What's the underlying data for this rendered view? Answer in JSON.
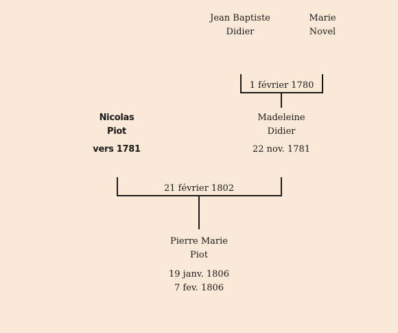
{
  "people": {
    "jean_baptiste": {
      "first": "Jean Baptiste",
      "last": "Didier"
    },
    "marie": {
      "first": "Marie",
      "last": "Novel"
    },
    "madeleine": {
      "first": "Madeleine",
      "last": "Didier",
      "date": "22 nov. 1781"
    },
    "nicolas": {
      "first": "Nicolas",
      "last": "Piot",
      "date": "vers 1781"
    },
    "pierre_marie": {
      "first": "Pierre Marie",
      "last": "Piot",
      "date1": "19 janv. 1806",
      "date2": "7 fev. 1806"
    }
  },
  "marriages": {
    "didier_novel": "1 février 1780",
    "piot_didier": "21 février 1802"
  }
}
